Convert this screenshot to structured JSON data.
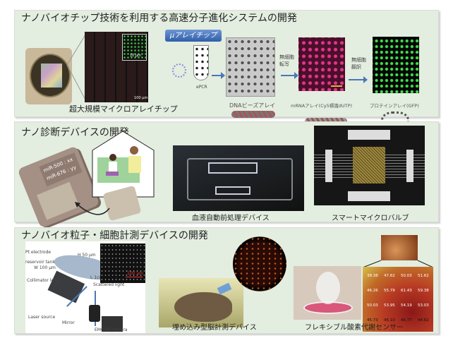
{
  "panels": [
    {
      "title": "ナノバイオチップ技術を利用する高速分子進化システムの開発",
      "microarray_label": "超大規模マイクロアレイチップ",
      "scale_inset": "10 μm",
      "scale_main": "100 μm",
      "chip_badge": "μアレイチップ",
      "epcr_label": "ePCR",
      "dna_array_label": "DNAビーズアレイ",
      "transcription_label": "無細胞転写",
      "mrna_array_label": "mRNAアレイ(Cy5標識dUTP)",
      "translation_label": "無細胞翻訳",
      "protein_array_label": "プロテインアレイ(GFP)"
    },
    {
      "title": "ナノ診断デバイスの開発",
      "device_screen": [
        "miR-500 : xx",
        "miR-676 : yy"
      ],
      "blood_device_label": "血液自動前処理デバイス",
      "valve_label": "スマートマイクロバルブ"
    },
    {
      "title": "ナノバイオ粒子・細胞計測デバイスの開発",
      "setup_labels": {
        "pt_electrode": "Pt electrode",
        "reservoir": "reservoir tank",
        "height": "H 50 μm",
        "width": "W 100 μm",
        "length": "L 1cm",
        "collimator": "Collimator lens",
        "scattered": "Scattered light",
        "laser": "Laser source",
        "mirror": "Mirror",
        "camera": "EMCCD camera",
        "scale": "100 μm"
      },
      "brain_device_label": "埋め込み型脳計測デバイス",
      "sensor_label": "フレキシブル酸素代謝センサー",
      "sensor_values": [
        "38.38",
        "47.62",
        "50.03",
        "51.62",
        "46.26",
        "55.79",
        "61.43",
        "59.38",
        "50.03",
        "53.95",
        "54.19",
        "53.03",
        "45.73",
        "45.10",
        "45.77",
        "44.62"
      ]
    }
  ]
}
